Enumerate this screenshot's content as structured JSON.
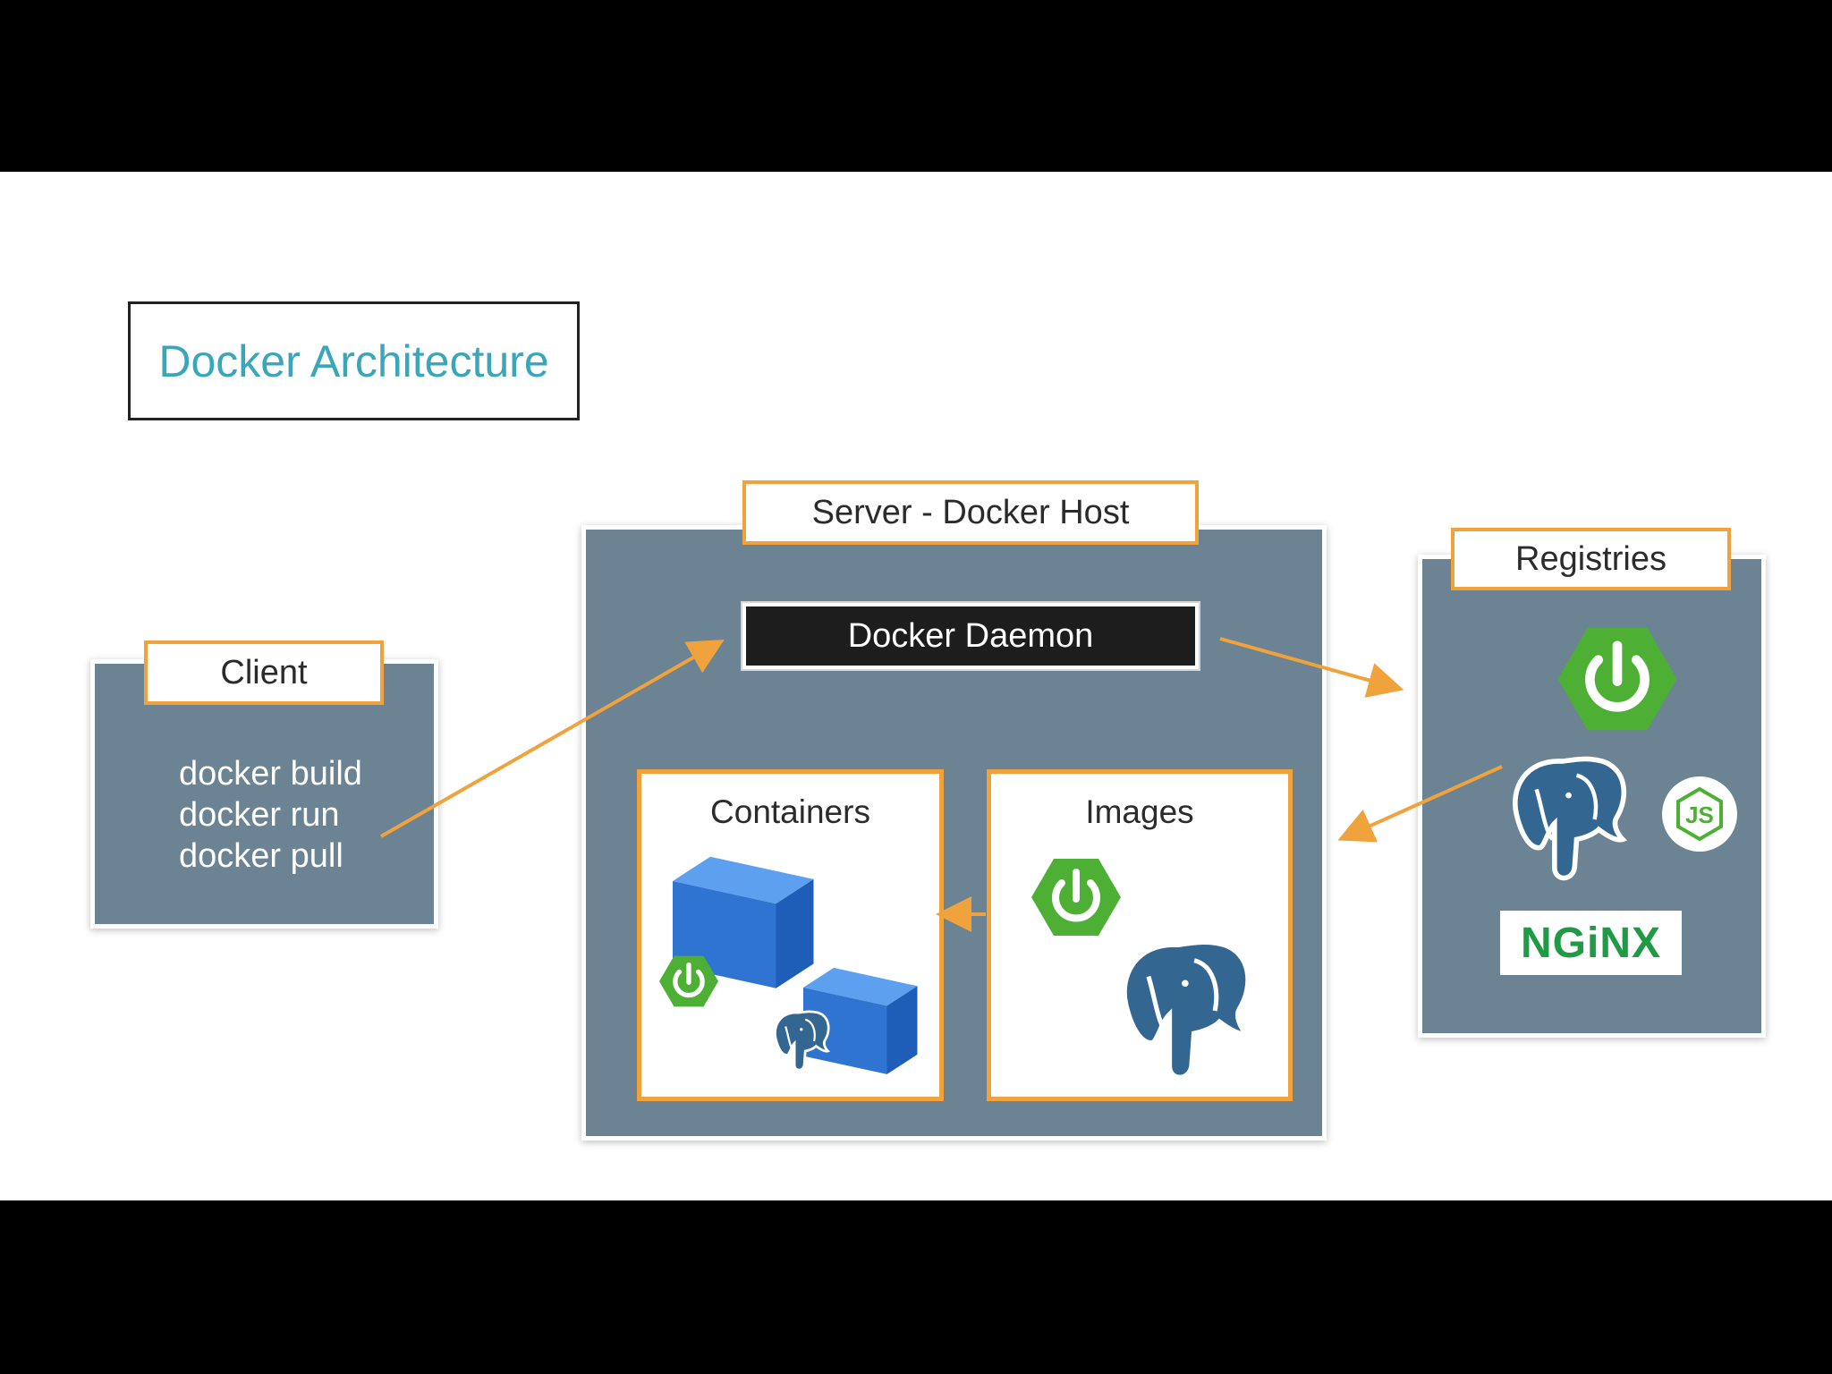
{
  "title": "Docker Architecture",
  "client": {
    "label": "Client",
    "commands": [
      "docker build",
      "docker run",
      "docker pull"
    ]
  },
  "server": {
    "label": "Server - Docker Host",
    "daemon": "Docker Daemon",
    "containers": "Containers",
    "images": "Images"
  },
  "registries": {
    "label": "Registries",
    "nginx": "NGiNX",
    "node_badge": "JS"
  },
  "colors": {
    "accent_orange": "#f0a23c",
    "panel_slate": "#6b8393",
    "title_teal": "#3aa6b9",
    "spring_green": "#4db035",
    "postgres_blue": "#336791",
    "container_blue": "#2f74d0"
  },
  "icons": [
    "spring-boot-icon",
    "postgres-elephant-icon",
    "nodejs-icon",
    "nginx-logo",
    "shipping-container-icon",
    "arrow-icon"
  ]
}
